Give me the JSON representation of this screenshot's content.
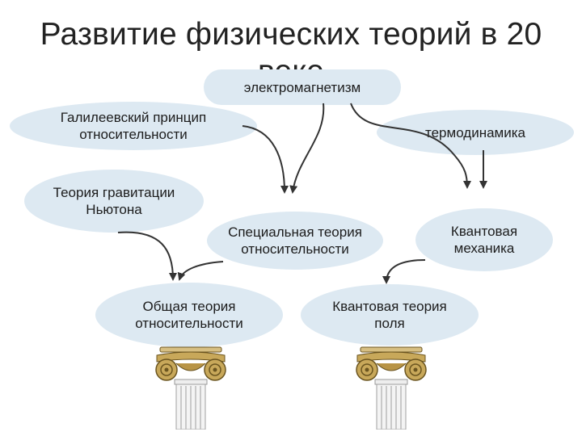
{
  "title": "Развитие физических теорий в 20 веке",
  "nodes": {
    "electromagnetism": "электромагнетизм",
    "galilean": "Галилеевский принцип относительности",
    "thermodynamics": "термодинамика",
    "gravitation": "Теория гравитации Ньютона",
    "special_relativity": "Специальная теория относительности",
    "quantum_mechanics": "Квантовая механика",
    "general_relativity": "Общая теория относительности",
    "quantum_field_theory": "Квантовая теория поля"
  },
  "colors": {
    "node_fill": "#dde9f2",
    "arrow": "#333333",
    "pillar_gold": "#c8a85a",
    "pillar_dark": "#6b5520"
  }
}
